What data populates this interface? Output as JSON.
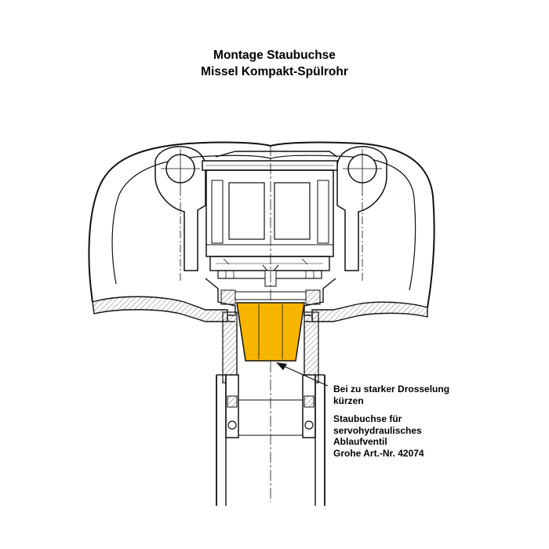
{
  "title": {
    "line1": "Montage Staubuchse",
    "line2": "Missel Kompakt-Spülrohr"
  },
  "annotations": {
    "shorten_note": {
      "line1": "Bei zu starker Drosselung",
      "line2": "kürzen"
    },
    "part_note": {
      "line1": "Staubuchse für",
      "line2": "servohydraulisches",
      "line3": "Ablaufventil",
      "line4": "Grohe Art.-Nr. 42074"
    }
  },
  "colors": {
    "highlight": "#f7b500",
    "line": "#111111",
    "hatch": "#9a9a9a"
  }
}
